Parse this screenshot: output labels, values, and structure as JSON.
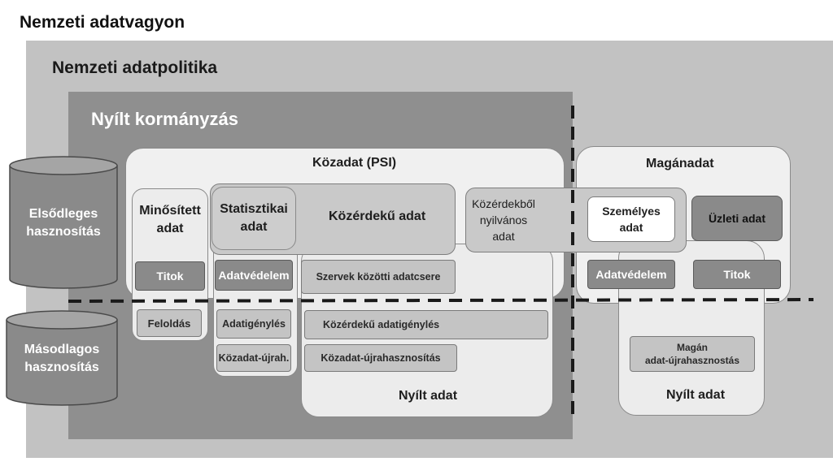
{
  "title": "Nemzeti adatvagyon",
  "policy_title": "Nemzeti adatpolitika",
  "open_gov_title": "Nyílt kormányzás",
  "cylinders": {
    "primary": [
      "Elsődleges",
      "hasznosítás"
    ],
    "secondary": [
      "Másodlagos",
      "hasznosítás"
    ]
  },
  "psi": {
    "title": "Közadat (PSI)",
    "classified": [
      "Minősített",
      "adat"
    ],
    "statistical": [
      "Statisztikai",
      "adat"
    ],
    "public_interest": "Közérdekű adat",
    "secret": "Titok",
    "data_protection": "Adatvédelem",
    "inter_agency": "Szervek közötti adatcsere",
    "release": "Feloldás",
    "data_request": "Adatigénylés",
    "reuse_short": "Közadat-újrah.",
    "public_data_request": "Közérdekű adatigénylés",
    "public_data_reuse": "Közadat-újrahasznosítás",
    "open_data": "Nyílt adat"
  },
  "bridge": [
    "Közérdekből",
    "nyilvános",
    "adat"
  ],
  "private": {
    "title": "Magánadat",
    "personal": [
      "Személyes",
      "adat"
    ],
    "business": "Üzleti adat",
    "data_protection": "Adatvédelem",
    "secret": "Titok",
    "private_reuse": [
      "Magán",
      "adat-újrahasznostás"
    ],
    "open_data": "Nyílt adat"
  },
  "colors": {
    "outer_bg": "#c2c2c2",
    "open_gov_bg": "#8f8f8f",
    "dark_box": "#8a8a8a",
    "light_box": "#c9c9c9",
    "white_box": "#f0f0f0"
  }
}
